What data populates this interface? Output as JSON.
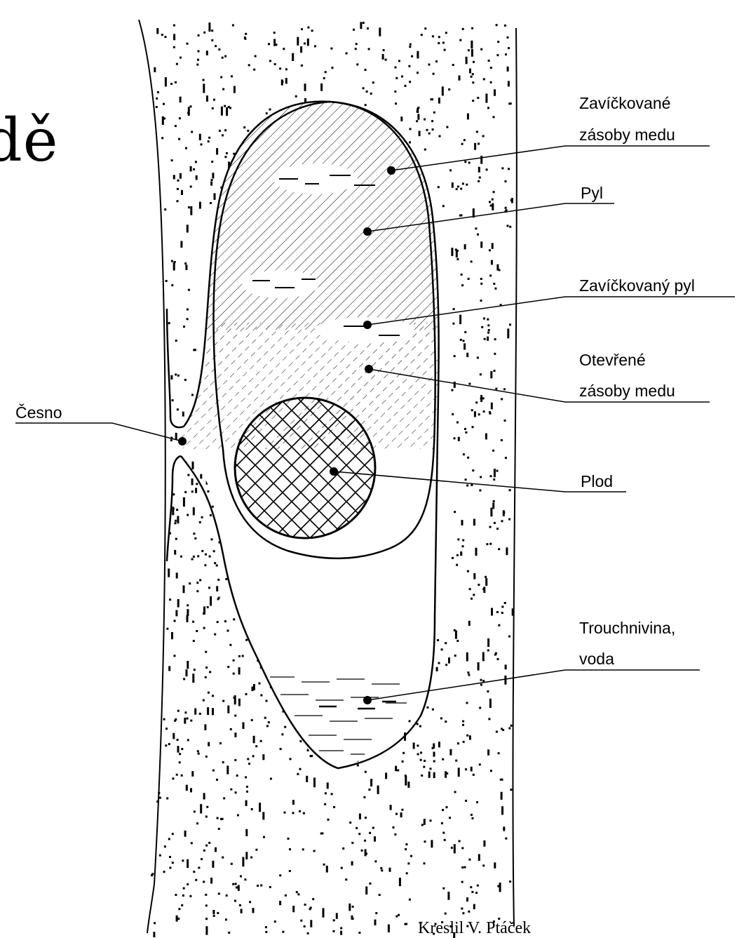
{
  "heading": "dě",
  "labels": {
    "capped_honey_1": "Zavíčkované",
    "capped_honey_2": "zásoby medu",
    "pollen": "Pyl",
    "capped_pollen": "Zavíčkovaný pyl",
    "open_honey_1": "Otevřené",
    "open_honey_2": "zásoby medu",
    "entrance": "Česno",
    "brood": "Plod",
    "rot_water_1": "Trouchnivina,",
    "rot_water_2": "voda"
  },
  "credit": "Kreslil V. Ptáček",
  "colors": {
    "ink": "#000000",
    "background": "#ffffff"
  }
}
